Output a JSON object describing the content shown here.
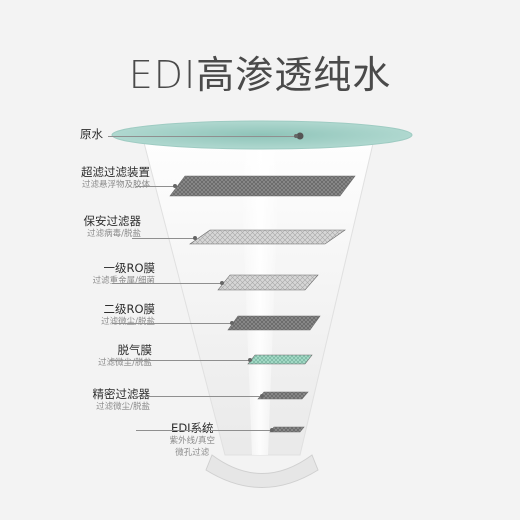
{
  "title": "EDI高渗透纯水",
  "stages": [
    {
      "name": "原水",
      "desc": ""
    },
    {
      "name": "超滤过滤装置",
      "desc": "过滤悬浮物及胶体"
    },
    {
      "name": "保安过滤器",
      "desc": "过滤病毒/脱盐"
    },
    {
      "name": "一级RO膜",
      "desc": "过滤重金属/细菌"
    },
    {
      "name": "二级RO膜",
      "desc": "过滤微尘/脱盐"
    },
    {
      "name": "脱气膜",
      "desc": "过滤微尘/脱盐"
    },
    {
      "name": "精密过滤器",
      "desc": "过滤微尘/脱盐"
    },
    {
      "name": "EDI系统",
      "desc": "紫外线/真空\n微孔过滤"
    }
  ],
  "colors": {
    "water_top": "#a9d3cb",
    "membrane_dark": "#7a7a7a",
    "membrane_light": "#cfcfcf",
    "degas_green": "#9fd6c3",
    "background": "#f3f3f3"
  }
}
